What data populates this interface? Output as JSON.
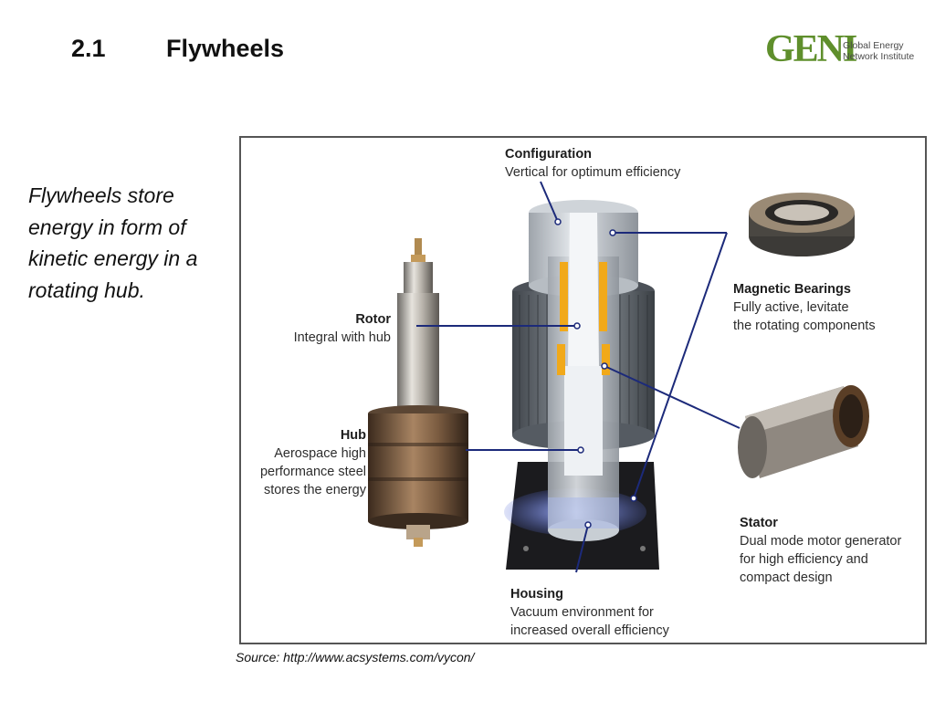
{
  "slide": {
    "number": "2.1",
    "title": "Flywheels",
    "intro": "Flywheels store energy in form of kinetic energy in a rotating hub.",
    "source": "Source: http://www.acsystems.com/vycon/"
  },
  "logo": {
    "mark": "GENI",
    "line1": "Global Energy",
    "line2": "Network Institute",
    "color": "#5f8f2c"
  },
  "diagram": {
    "configuration": {
      "title": "Configuration",
      "line1": "Vertical for optimum efficiency"
    },
    "magnetic_bearings": {
      "title": "Magnetic Bearings",
      "line1": "Fully active, levitate",
      "line2": "the rotating components"
    },
    "rotor": {
      "title": "Rotor",
      "line1": "Integral with hub"
    },
    "hub": {
      "title": "Hub",
      "line1": "Aerospace high",
      "line2": "performance steel",
      "line3": "stores the energy"
    },
    "stator": {
      "title": "Stator",
      "line1": "Dual mode motor generator",
      "line2": "for high efficiency and",
      "line3": "compact design"
    },
    "housing": {
      "title": "Housing",
      "line1": "Vacuum environment for",
      "line2": "increased overall efficiency"
    },
    "leader_color": "#1c2a7a"
  }
}
